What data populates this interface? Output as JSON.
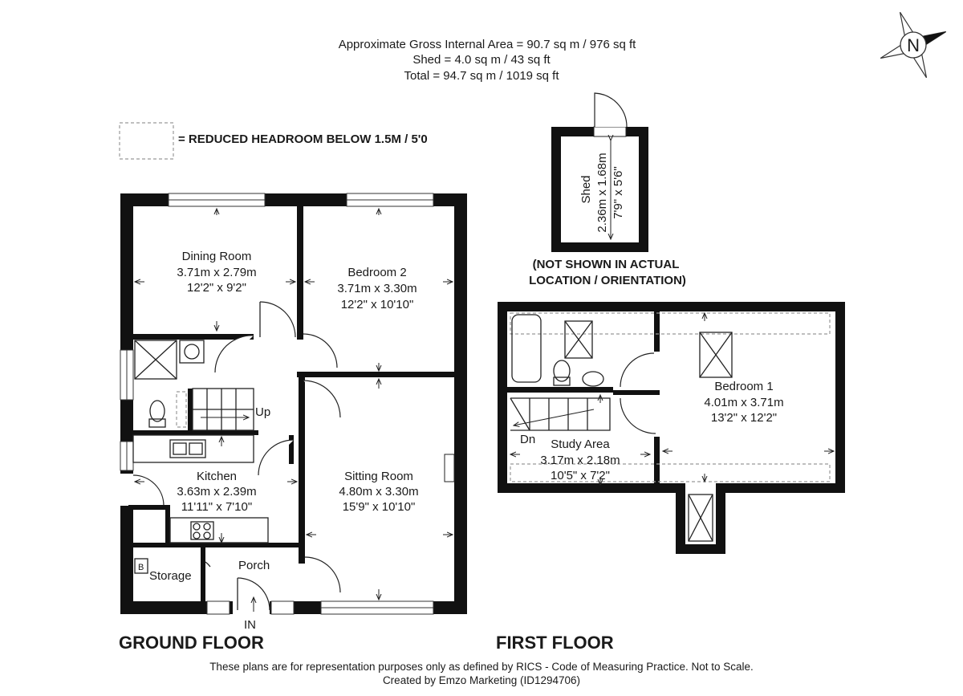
{
  "header": {
    "line1": "Approximate Gross Internal Area = 90.7 sq m / 976 sq ft",
    "line2": "Shed = 4.0 sq m / 43 sq ft",
    "line3": "Total = 94.7 sq m / 1019 sq ft"
  },
  "compass": {
    "label": "N"
  },
  "legend": {
    "text": "= REDUCED HEADROOM BELOW 1.5M / 5'0"
  },
  "shed": {
    "name": "Shed",
    "metric": "2.36m x 1.68m",
    "imperial": "7'9\" x 5'6\"",
    "note_line1": "(NOT SHOWN IN ACTUAL",
    "note_line2": "LOCATION / ORIENTATION)"
  },
  "ground_floor": {
    "title": "GROUND FLOOR",
    "rooms": {
      "dining": {
        "name": "Dining Room",
        "metric": "3.71m x 2.79m",
        "imperial": "12'2\" x 9'2\""
      },
      "bedroom2": {
        "name": "Bedroom 2",
        "metric": "3.71m x 3.30m",
        "imperial": "12'2\" x 10'10\""
      },
      "kitchen": {
        "name": "Kitchen",
        "metric": "3.63m x 2.39m",
        "imperial": "11'11\" x 7'10\""
      },
      "sitting": {
        "name": "Sitting Room",
        "metric": "4.80m x 3.30m",
        "imperial": "15'9\" x 10'10\""
      },
      "storage": {
        "name": "Storage",
        "tag": "B"
      },
      "porch": {
        "name": "Porch"
      }
    },
    "up_label": "Up",
    "entrance_label": "IN"
  },
  "first_floor": {
    "title": "FIRST FLOOR",
    "rooms": {
      "bedroom1": {
        "name": "Bedroom 1",
        "metric": "4.01m x 3.71m",
        "imperial": "13'2\" x 12'2\""
      },
      "study": {
        "name": "Study Area",
        "metric": "3.17m x 2.18m",
        "imperial": "10'5\" x 7'2\""
      }
    },
    "down_label": "Dn"
  },
  "footer": {
    "line1": "These plans are for representation purposes only as defined by RICS - Code of Measuring Practice. Not to Scale.",
    "line2": "Created by Emzo Marketing (ID1294706)"
  }
}
